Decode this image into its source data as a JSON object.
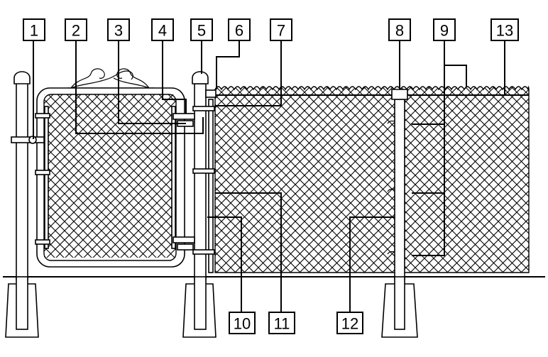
{
  "diagram": {
    "callouts": [
      {
        "id": "1",
        "label": "1"
      },
      {
        "id": "2",
        "label": "2"
      },
      {
        "id": "3",
        "label": "3"
      },
      {
        "id": "4",
        "label": "4"
      },
      {
        "id": "5",
        "label": "5"
      },
      {
        "id": "6",
        "label": "6"
      },
      {
        "id": "7",
        "label": "7"
      },
      {
        "id": "8",
        "label": "8"
      },
      {
        "id": "9",
        "label": "9"
      },
      {
        "id": "13",
        "label": "13"
      },
      {
        "id": "10",
        "label": "10"
      },
      {
        "id": "11",
        "label": "11"
      },
      {
        "id": "12",
        "label": "12"
      }
    ],
    "colors": {
      "ink": "#000000",
      "background": "#ffffff"
    },
    "components": [
      "chain-link-mesh",
      "gate-frame",
      "gate-scroll",
      "gate-post",
      "hinge-post",
      "line-post",
      "concrete-footing",
      "top-rail",
      "tension-bar",
      "tension-band",
      "tie-wire",
      "gate-latch",
      "hinge"
    ]
  }
}
